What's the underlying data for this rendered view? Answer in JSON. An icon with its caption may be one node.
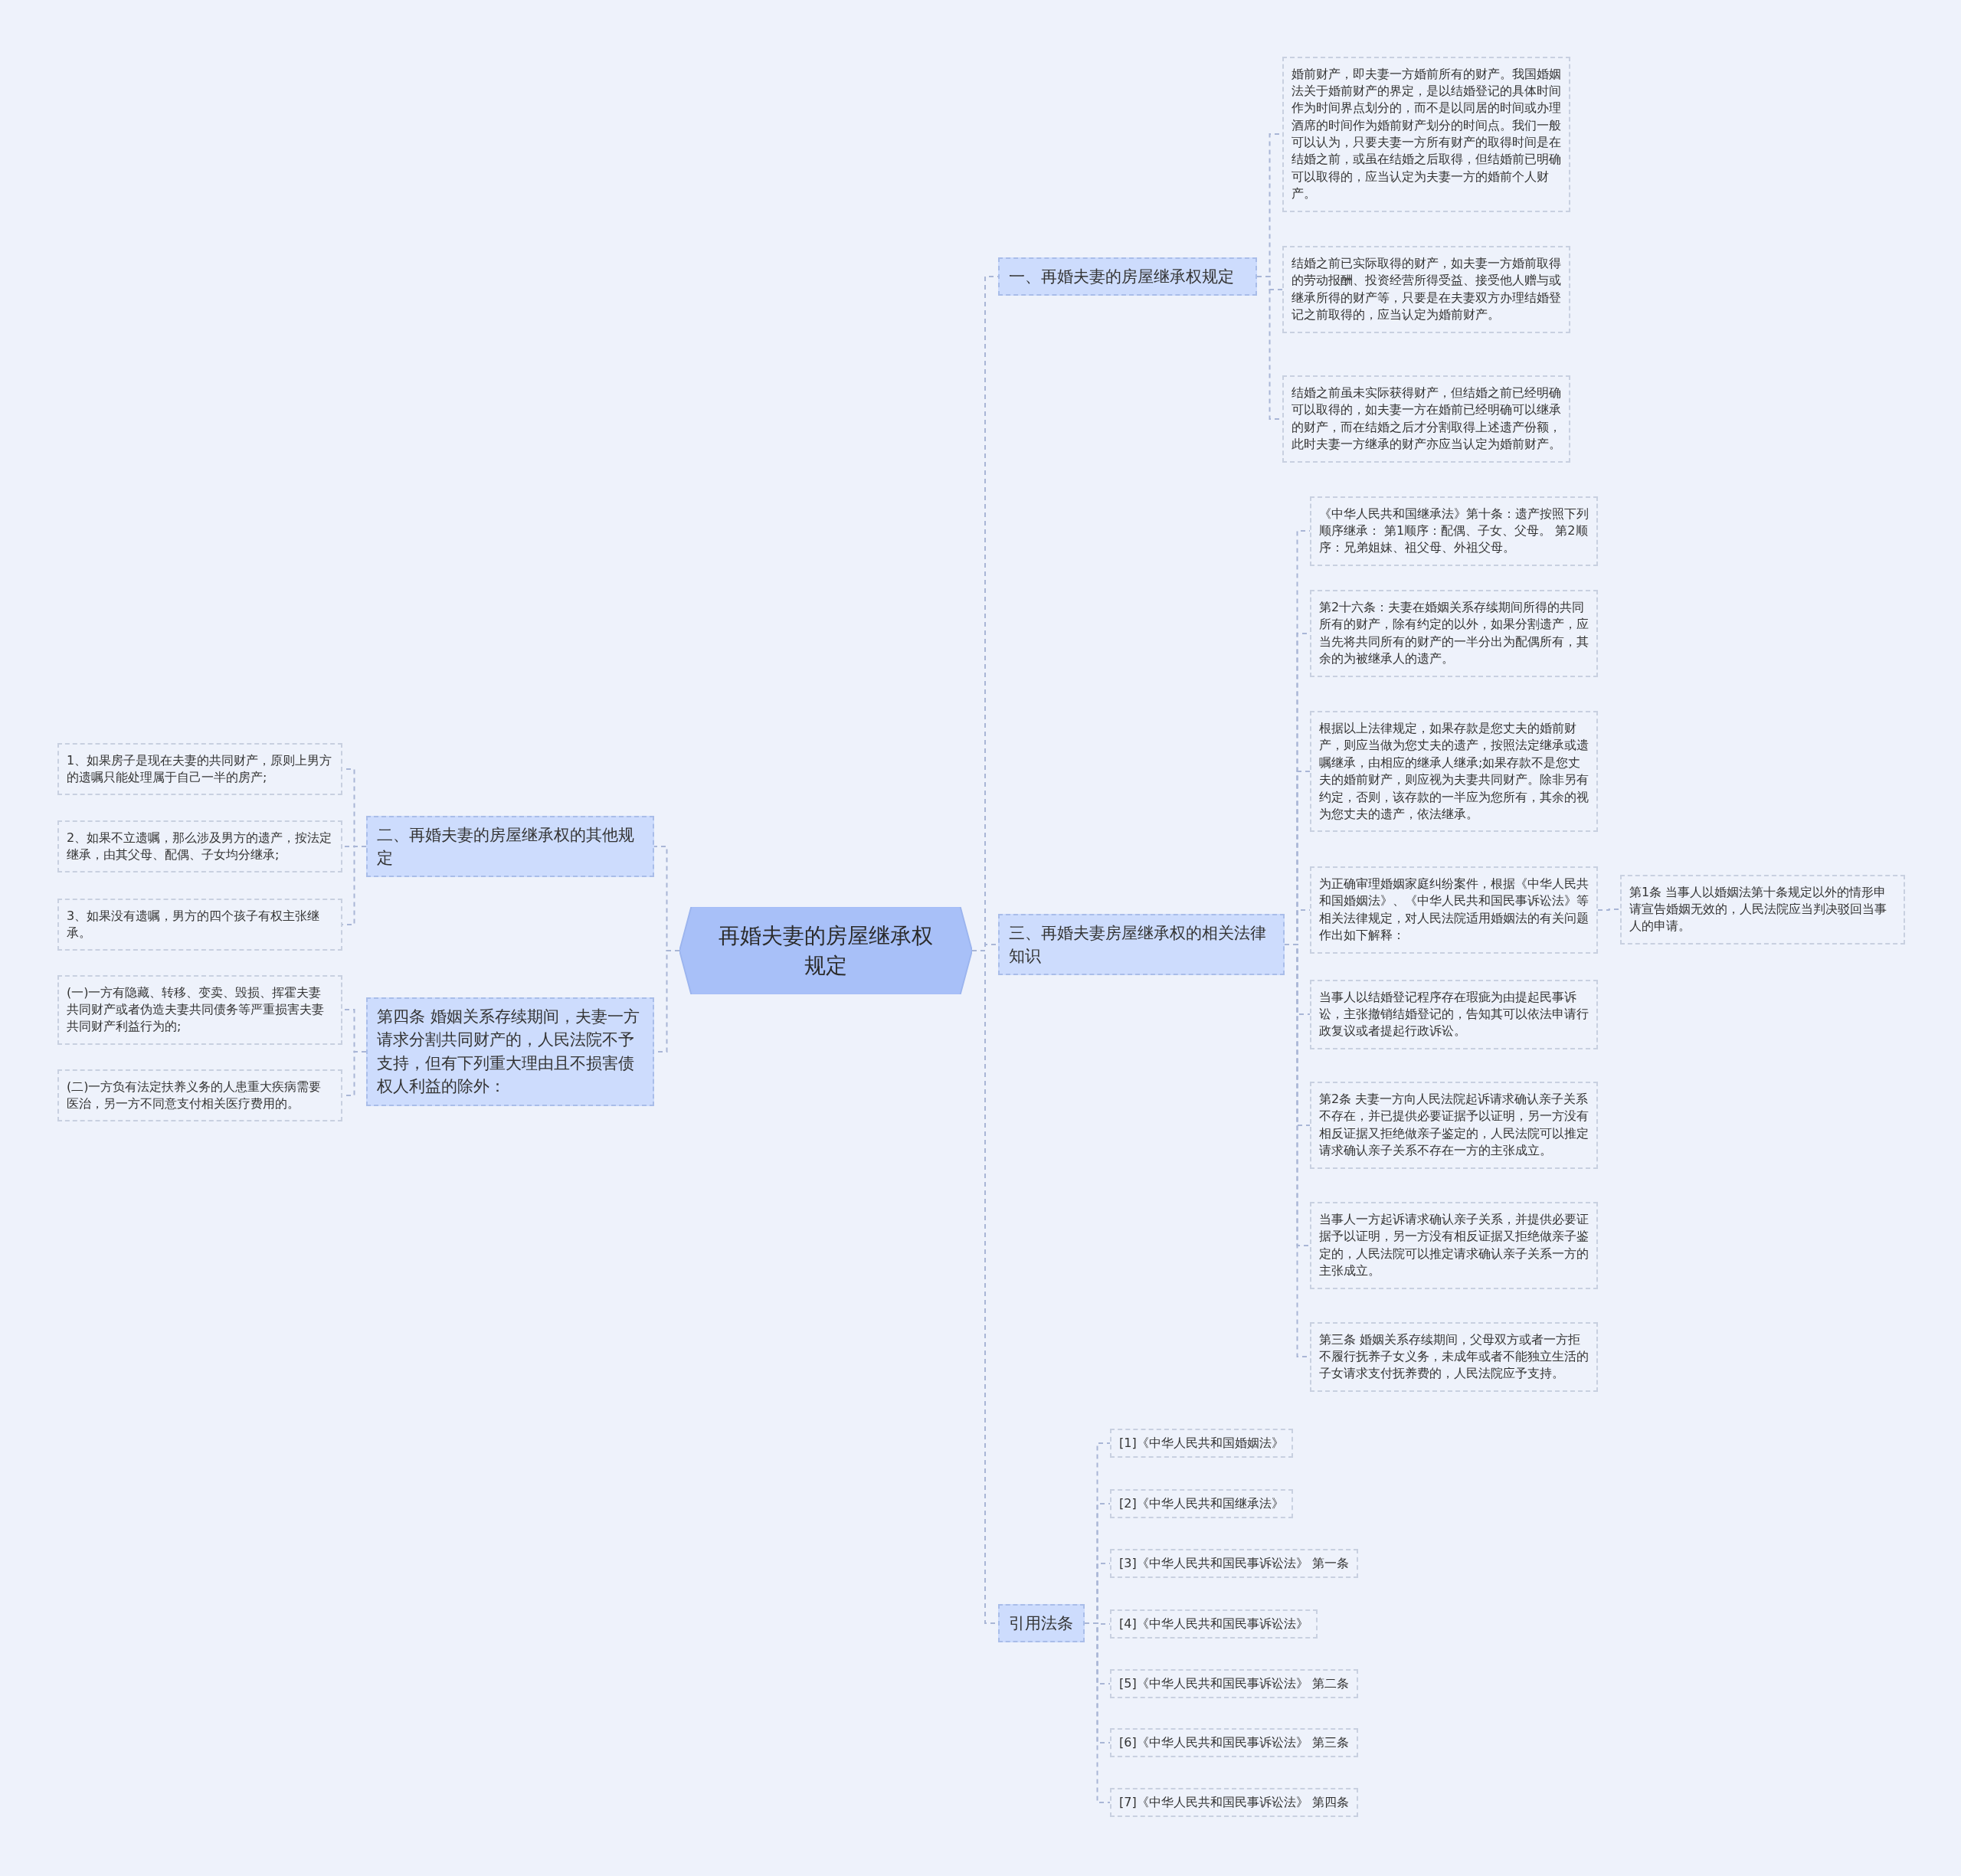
{
  "diagram": {
    "nodes": [
      {
        "text": [
          "再婚夫妻的房屋继承权规定"
        ]
      },
      {
        "text": [
          "一、再婚夫妻的房屋继承权规定"
        ]
      },
      {
        "text": [
          "婚前财产，即夫妻一方婚前所有的财产。我国婚姻法关于婚前财产的界定，是以结婚登记的具体时间作为时间界点划分的，而不是以同居的时间或办理酒席的时间作为婚前财产划分的时间点。我们一般可以认为，只要夫妻一方所有财产的取得时间是在结婚之前，或虽在结婚之后取得，但结婚前已明确可以取得的，应当认定为夫妻一方的婚前个人财产。"
        ]
      },
      {
        "text": [
          "结婚之前已实际取得的财产，如夫妻一方婚前取得的劳动报酬、投资经营所得受益、接受他人赠与或继承所得的财产等，只要是在夫妻双方办理结婚登记之前取得的，应当认定为婚前财产。"
        ]
      },
      {
        "text": [
          "结婚之前虽未实际获得财产，但结婚之前已经明确可以取得的，如夫妻一方在婚前已经明确可以继承的财产，而在结婚之后才分割取得上述遗产份额，此时夫妻一方继承的财产亦应当认定为婚前财产。"
        ]
      },
      {
        "text": [
          "二、再婚夫妻的房屋继承权的其他规定"
        ]
      },
      {
        "text": [
          "1、如果房子是现在夫妻的共同财产，原则上男方的遗嘱只能处理属于自己一半的房产;"
        ]
      },
      {
        "text": [
          "2、如果不立遗嘱，那么涉及男方的遗产，按法定继承，由其父母、配偶、子女均分继承;"
        ]
      },
      {
        "text": [
          "3、如果没有遗嘱，男方的四个孩子有权主张继承。"
        ]
      },
      {
        "text": [
          "第四条 婚姻关系存续期间，夫妻一方请求分割共同财产的，人民法院不予支持，但有下列重大理由且不损害债权人利益的除外："
        ]
      },
      {
        "text": [
          "(一)一方有隐藏、转移、变卖、毁损、挥霍夫妻共同财产或者伪造夫妻共同债务等严重损害夫妻共同财产利益行为的;"
        ]
      },
      {
        "text": [
          "(二)一方负有法定扶养义务的人患重大疾病需要医治，另一方不同意支付相关医疗费用的。"
        ]
      },
      {
        "text": [
          "三、再婚夫妻房屋继承权的相关法律知识"
        ]
      },
      {
        "text": [
          "《中华人民共和国继承法》第十条：遗产按照下列顺序继承： 第1顺序：配偶、子女、父母。 第2顺序：兄弟姐妹、祖父母、外祖父母。"
        ]
      },
      {
        "text": [
          "第2十六条：夫妻在婚姻关系存续期间所得的共同所有的财产，除有约定的以外，如果分割遗产，应当先将共同所有的财产的一半分出为配偶所有，其余的为被继承人的遗产。"
        ]
      },
      {
        "text": [
          "根据以上法律规定，如果存款是您丈夫的婚前财产，则应当做为您丈夫的遗产，按照法定继承或遗嘱继承，由相应的继承人继承;如果存款不是您丈夫的婚前财产，则应视为夫妻共同财产。除非另有约定，否则，该存款的一半应为您所有，其余的视为您丈夫的遗产，依法继承。"
        ]
      },
      {
        "text": [
          "为正确审理婚姻家庭纠纷案件，根据《中华人民共和国婚姻法》、《中华人民共和国民事诉讼法》等相关法律规定，对人民法院适用婚姻法的有关问题作出如下解释："
        ]
      },
      {
        "text": [
          "当事人以结婚登记程序存在瑕疵为由提起民事诉讼，主张撤销结婚登记的，告知其可以依法申请行政复议或者提起行政诉讼。"
        ]
      },
      {
        "text": [
          "第2条 夫妻一方向人民法院起诉请求确认亲子关系不存在，并已提供必要证据予以证明，另一方没有相反证据又拒绝做亲子鉴定的，人民法院可以推定请求确认亲子关系不存在一方的主张成立。"
        ]
      },
      {
        "text": [
          "当事人一方起诉请求确认亲子关系，并提供必要证据予以证明，另一方没有相反证据又拒绝做亲子鉴定的，人民法院可以推定请求确认亲子关系一方的主张成立。"
        ]
      },
      {
        "text": [
          "第三条 婚姻关系存续期间，父母双方或者一方拒不履行抚养子女义务，未成年或者不能独立生活的子女请求支付抚养费的，人民法院应予支持。"
        ]
      },
      {
        "text": [
          "第1条 当事人以婚姻法第十条规定以外的情形申请宣告婚姻无效的，人民法院应当判决驳回当事人的申请。"
        ]
      },
      {
        "text": [
          "引用法条"
        ]
      },
      {
        "text": [
          "[1]《中华人民共和国婚姻法》"
        ]
      },
      {
        "text": [
          "[2]《中华人民共和国继承法》"
        ]
      },
      {
        "text": [
          "[3]《中华人民共和国民事诉讼法》 第一条"
        ]
      },
      {
        "text": [
          "[4]《中华人民共和国民事诉讼法》"
        ]
      },
      {
        "text": [
          "[5]《中华人民共和国民事诉讼法》 第二条"
        ]
      },
      {
        "text": [
          "[6]《中华人民共和国民事诉讼法》 第三条"
        ]
      },
      {
        "text": [
          "[7]《中华人民共和国民事诉讼法》 第四条"
        ]
      }
    ],
    "edges": [
      {
        "from": 0,
        "to": 1,
        "arrow": "none"
      },
      {
        "from": 1,
        "to": 2,
        "arrow": "none"
      },
      {
        "from": 1,
        "to": 3,
        "arrow": "none"
      },
      {
        "from": 1,
        "to": 4,
        "arrow": "none"
      },
      {
        "from": 0,
        "to": 5,
        "arrow": "none"
      },
      {
        "from": 5,
        "to": 6,
        "arrow": "none"
      },
      {
        "from": 5,
        "to": 7,
        "arrow": "none"
      },
      {
        "from": 5,
        "to": 8,
        "arrow": "none"
      },
      {
        "from": 0,
        "to": 9,
        "arrow": "none"
      },
      {
        "from": 9,
        "to": 10,
        "arrow": "none"
      },
      {
        "from": 9,
        "to": 11,
        "arrow": "none"
      },
      {
        "from": 0,
        "to": 12,
        "arrow": "none"
      },
      {
        "from": 12,
        "to": 13,
        "arrow": "none"
      },
      {
        "from": 12,
        "to": 14,
        "arrow": "none"
      },
      {
        "from": 12,
        "to": 15,
        "arrow": "none"
      },
      {
        "from": 12,
        "to": 16,
        "arrow": "none"
      },
      {
        "from": 12,
        "to": 17,
        "arrow": "none"
      },
      {
        "from": 12,
        "to": 18,
        "arrow": "none"
      },
      {
        "from": 12,
        "to": 19,
        "arrow": "none"
      },
      {
        "from": 12,
        "to": 20,
        "arrow": "none"
      },
      {
        "from": 16,
        "to": 21,
        "arrow": "none"
      },
      {
        "from": 0,
        "to": 22,
        "arrow": "none"
      },
      {
        "from": 22,
        "to": 23,
        "arrow": "none"
      },
      {
        "from": 22,
        "to": 24,
        "arrow": "none"
      },
      {
        "from": 22,
        "to": 25,
        "arrow": "none"
      },
      {
        "from": 22,
        "to": 26,
        "arrow": "none"
      },
      {
        "from": 22,
        "to": 27,
        "arrow": "none"
      },
      {
        "from": 22,
        "to": 28,
        "arrow": "none"
      },
      {
        "from": 22,
        "to": 29,
        "arrow": "none"
      }
    ]
  }
}
